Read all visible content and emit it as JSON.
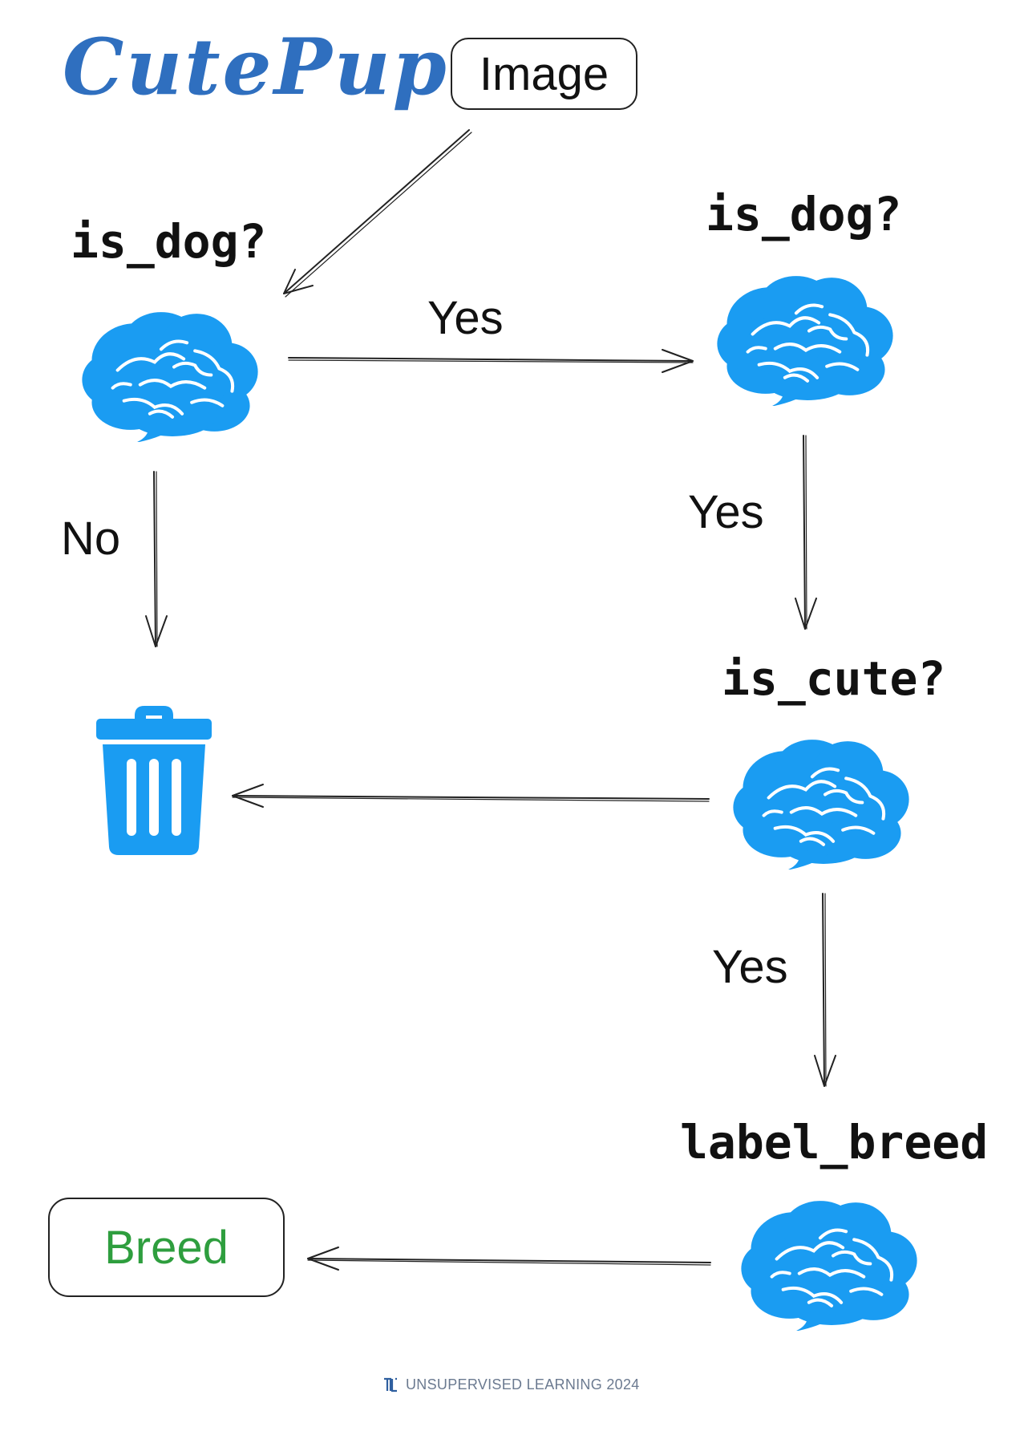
{
  "title": "CutePup",
  "colors": {
    "title": "#2f6fbf",
    "brain": "#1a9cf2",
    "trash": "#1a9cf2",
    "breed_text": "#2e9e3e",
    "ink": "#111111",
    "footer": "#6b7a90"
  },
  "nodes": {
    "image": {
      "label": "Image"
    },
    "is_dog_1": {
      "label": "is_dog?",
      "icon": "brain-icon"
    },
    "is_dog_2": {
      "label": "is_dog?",
      "icon": "brain-icon"
    },
    "is_cute": {
      "label": "is_cute?",
      "icon": "brain-icon"
    },
    "label_breed": {
      "label": "label_breed",
      "icon": "brain-icon"
    },
    "trash": {
      "icon": "trash-icon"
    },
    "breed": {
      "label": "Breed"
    }
  },
  "edges": [
    {
      "from": "image",
      "to": "is_dog_1",
      "label": ""
    },
    {
      "from": "is_dog_1",
      "to": "is_dog_2",
      "label": "Yes"
    },
    {
      "from": "is_dog_1",
      "to": "trash",
      "label": "No"
    },
    {
      "from": "is_dog_2",
      "to": "is_cute",
      "label": "Yes"
    },
    {
      "from": "is_cute",
      "to": "trash",
      "label": ""
    },
    {
      "from": "is_cute",
      "to": "label_breed",
      "label": "Yes"
    },
    {
      "from": "label_breed",
      "to": "breed",
      "label": ""
    }
  ],
  "footer": {
    "text": "UNSUPERVISED LEARNING 2024",
    "logo_icon": "ul-logo-icon"
  }
}
